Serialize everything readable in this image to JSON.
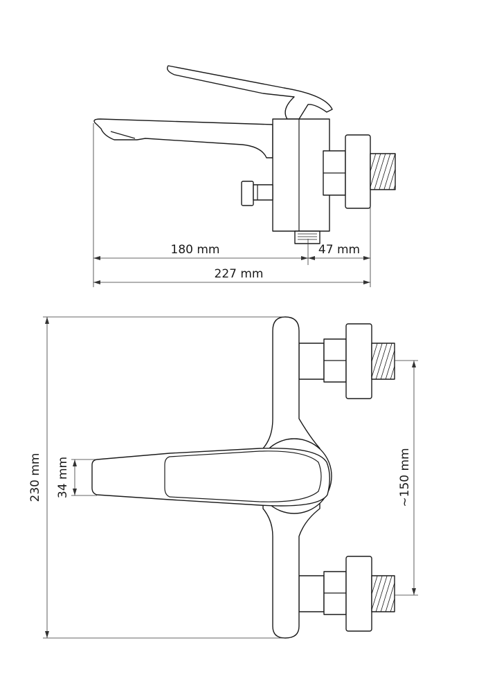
{
  "dimensions": {
    "spout_length": "180 mm",
    "wall_offset": "47 mm",
    "total_depth": "227 mm",
    "total_height": "230 mm",
    "handle_width": "34 mm",
    "inlet_spacing": "~150 mm"
  },
  "colors": {
    "line": "#1a1a1a",
    "dimension": "#333333",
    "background": "#ffffff"
  }
}
